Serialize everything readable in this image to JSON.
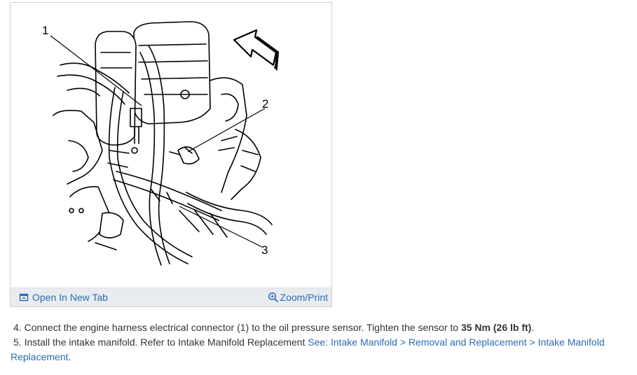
{
  "figure": {
    "callouts": [
      "1",
      "2",
      "3"
    ],
    "toolbar": {
      "open_new_tab": "Open In New Tab",
      "zoom_print": "Zoom/Print"
    }
  },
  "steps": [
    {
      "number": "4.",
      "text": "Connect the engine harness electrical connector (1) to the oil pressure sensor. Tighten the sensor to",
      "torque_metric": "35 Nm",
      "torque_imperial": "26 lb ft",
      "suffix": "."
    },
    {
      "number": "5.",
      "text": "Install the intake manifold. Refer to Intake Manifold Replacement",
      "link": "See: Intake Manifold > Removal and Replacement > Intake Manifold Replacement",
      "suffix": "."
    }
  ],
  "colors": {
    "link": "#2a6cb3",
    "toolbar_bg": "#e9ecef",
    "frame_border": "#cfcfcf",
    "body_text": "#333333"
  },
  "icons": {
    "open_tab": "open-new-tab-icon",
    "zoom": "zoom-magnifier-icon"
  }
}
